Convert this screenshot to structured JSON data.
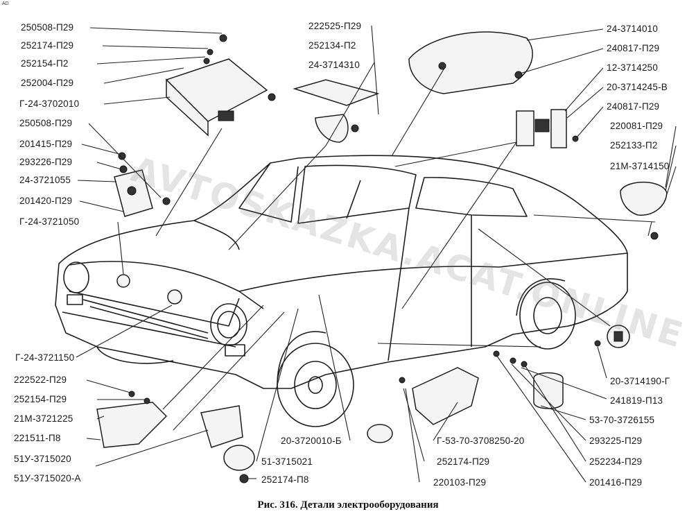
{
  "corner_mark": "AD",
  "caption": "Рис. 316. Детали электрооборудования",
  "watermark": "AVTOSKAZKA.ACAT.ONLINE",
  "labels_left": [
    "250508-П29",
    "252174-П29",
    "252154-П2",
    "252004-П29",
    "Г-24-3702010",
    "250508-П29",
    "201415-П29",
    "293226-П29",
    "24-3721055",
    "201420-П29",
    "Г-24-3721050",
    "Г-24-3721150",
    "222522-П29",
    "252154-П29",
    "21М-3721225",
    "221511-П8",
    "51У-3715020",
    "51У-3715020-А"
  ],
  "labels_top": [
    "222525-П29",
    "252134-П2",
    "24-3714310"
  ],
  "labels_right": [
    "24-3714010",
    "240817-П29",
    "12-3714250",
    "20-3714245-В",
    "240817-П29",
    "220081-П29",
    "252133-П2",
    "21М-3714150",
    "20-3714190-Г",
    "241819-П13",
    "53-70-3726155",
    "293225-П29",
    "252234-П29",
    "201416-П29"
  ],
  "labels_bottom": [
    "20-3720010-Б",
    "Г-53-70-3708250-20",
    "252174-П29",
    "220103-П29",
    "51-3715021",
    "252174-П8"
  ]
}
